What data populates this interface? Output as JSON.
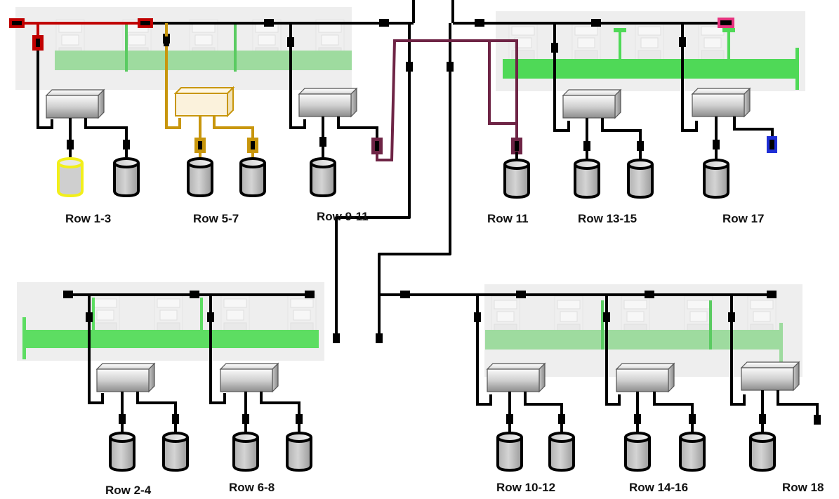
{
  "colors": {
    "bus": "#000000",
    "red_path": "#c00000",
    "gold_path": "#c8960c",
    "purple_path": "#6e2445",
    "pink_marker": "#e6337f",
    "blue_marker": "#1f2fd6",
    "highlight_drum": "#f2ef1a",
    "rack_band": "#4fd957",
    "rack_panel": "#eeeeee"
  },
  "labels": {
    "r1": "Row 1-3",
    "r5": "Row 5-7",
    "r9": "Row 9-11",
    "r11": "Row 11",
    "r13": "Row 13-15",
    "r17": "Row 17",
    "r2": "Row 2-4",
    "r6": "Row 6-8",
    "r10": "Row 10-12",
    "r14": "Row 14-16",
    "r18": "Row 18"
  }
}
